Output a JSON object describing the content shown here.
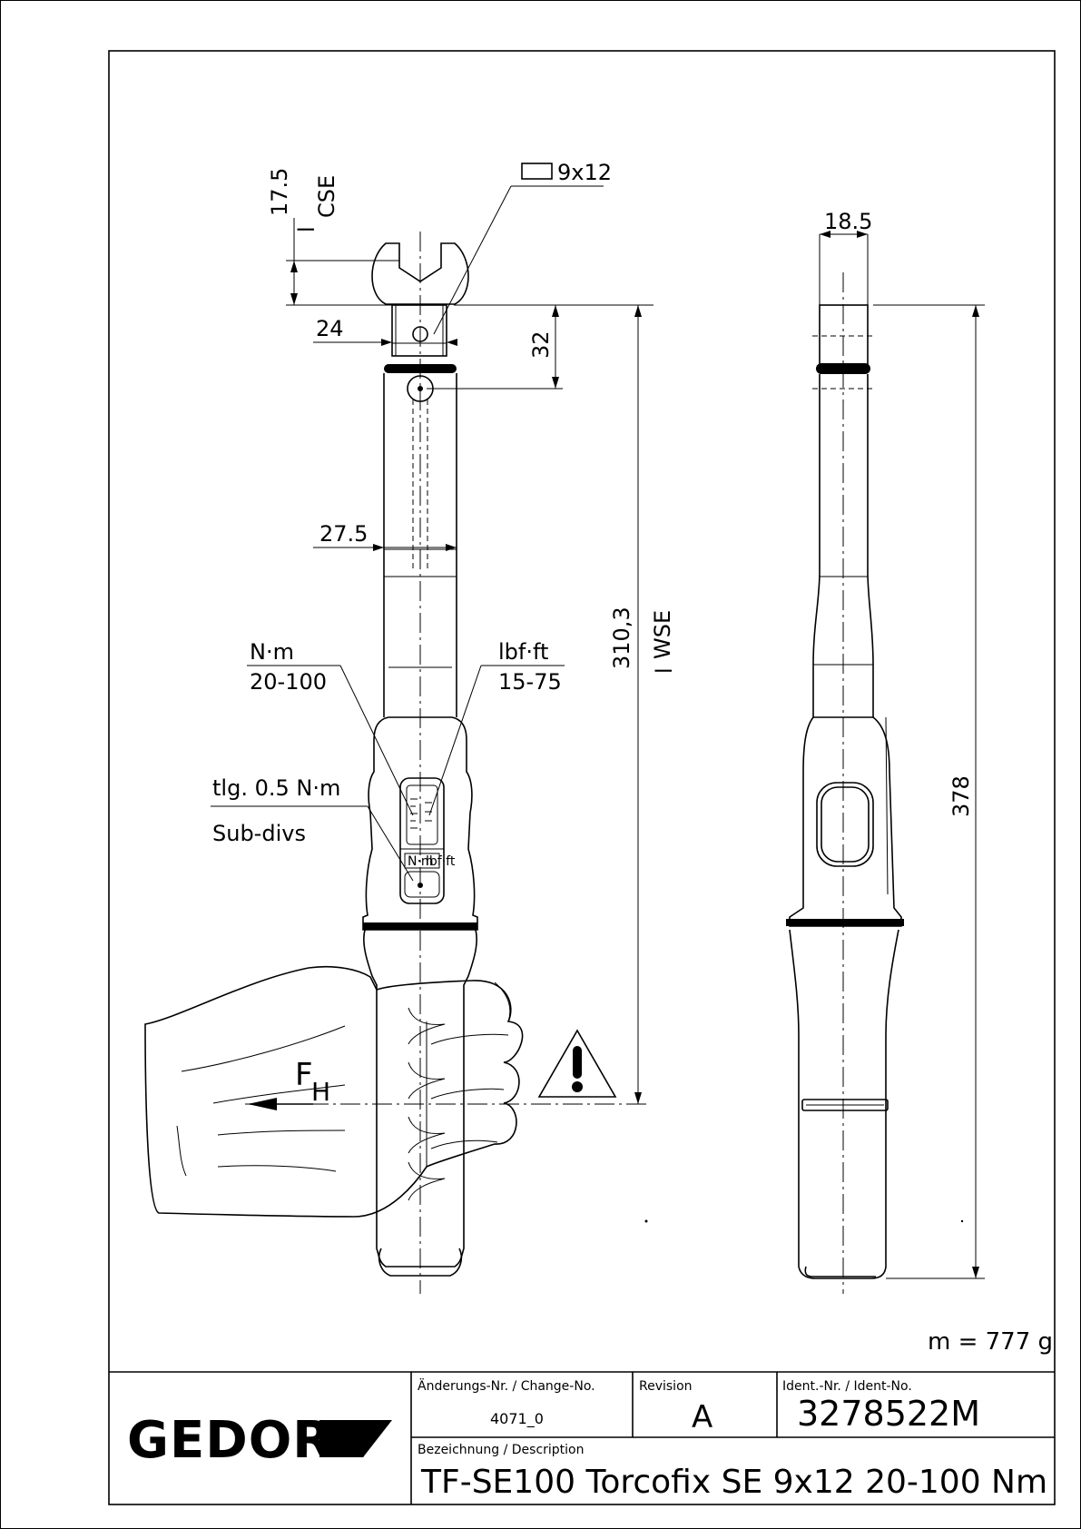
{
  "drawing": {
    "top_view_dims": {
      "square": "9x12",
      "jaw": "17.5",
      "l_cse": "l",
      "l_cse_sub": "CSE",
      "head_width": "24",
      "head_pivot": "32",
      "tube_width": "27.5",
      "length_wse": "310,3",
      "l_wse": "l",
      "l_wse_sub": "WSE"
    },
    "scale_labels": {
      "nm_unit": "N·m",
      "nm_range": "20-100",
      "lbf_unit": "lbf·ft",
      "lbf_range": "15-75",
      "subdiv": "tlg. 0.5  N·m",
      "subdiv_en": "Sub-divs",
      "window_unit": "N·m",
      "window_unit_alt": "lbf·ft"
    },
    "force": {
      "label": "F",
      "sub": "H"
    },
    "side_view_dims": {
      "width": "18.5",
      "length": "378"
    },
    "mass": "m = 777 g"
  },
  "title_block": {
    "logo": "GEDORE",
    "change_label": "Änderungs-Nr. / Change-No.",
    "change_value": "4071_0",
    "revision_label": "Revision",
    "revision_value": "A",
    "ident_label": "Ident.-Nr. / Ident-No.",
    "ident_value": "3278522M",
    "desc_label": "Bezeichnung / Description",
    "desc_value": "TF-SE100 Torcofix SE 9x12 20-100 Nm"
  },
  "colors": {
    "ink": "#000000",
    "paper": "#ffffff"
  }
}
